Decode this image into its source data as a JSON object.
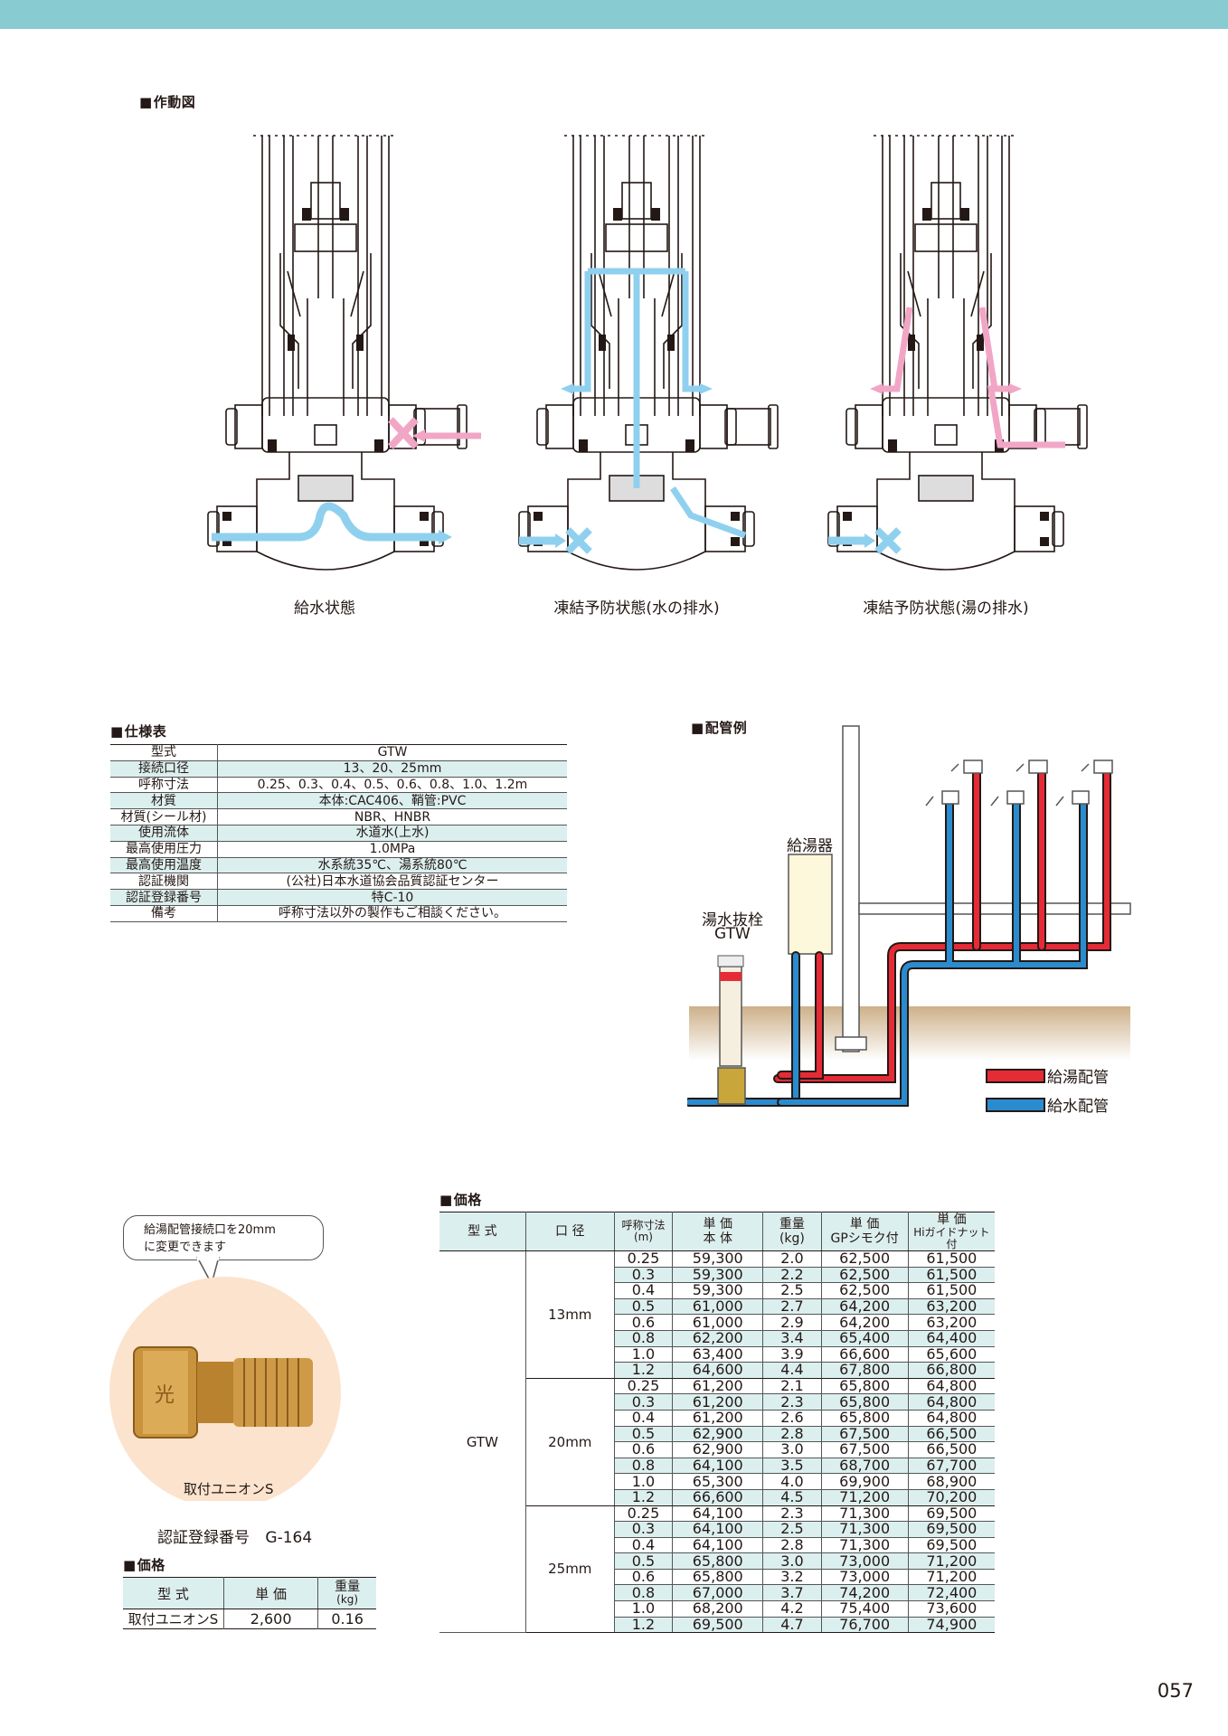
{
  "colors": {
    "top_bar": "#88cbd1",
    "cold": "#2a8cce",
    "hot": "#e52b36",
    "table_shade": "#dcefef",
    "flow_cold": "#8fd0ef",
    "flow_hot": "#f2a6c6"
  },
  "sections": {
    "operation": "作動図",
    "spec": "仕様表",
    "piping": "配管例",
    "price": "価格",
    "price_small": "価格"
  },
  "operation_captions": [
    "給水状態",
    "凍結予防状態(水の排水)",
    "凍結予防状態(湯の排水)"
  ],
  "spec_rows": [
    {
      "k": "型式",
      "v": "GTW"
    },
    {
      "k": "接続口径",
      "v": "13、20、25mm"
    },
    {
      "k": "呼称寸法",
      "v": "0.25、0.3、0.4、0.5、0.6、0.8、1.0、1.2m"
    },
    {
      "k": "材質",
      "v": "本体:CAC406、鞘管:PVC"
    },
    {
      "k": "材質(シール材)",
      "v": "NBR、HNBR"
    },
    {
      "k": "使用流体",
      "v": "水道水(上水)"
    },
    {
      "k": "最高使用圧力",
      "v": "1.0MPa"
    },
    {
      "k": "最高使用温度",
      "v": "水系統35℃、湯系統80℃"
    },
    {
      "k": "認証機関",
      "v": "(公社)日本水道協会品質認証センター"
    },
    {
      "k": "認証登録番号",
      "v": "特C-10"
    },
    {
      "k": "備考",
      "v": "呼称寸法以外の製作もご相談ください。"
    }
  ],
  "piping": {
    "heater": "給湯器",
    "valve_label_1": "湯水抜栓",
    "valve_label_2": "GTW",
    "legend_hot": "給湯配管",
    "legend_cold": "給水配管"
  },
  "price_table": {
    "headers": {
      "model": "型 式",
      "bore": "口 径",
      "size_1": "呼称寸法",
      "size_2": "(m)",
      "body_1": "単 価",
      "body_2": "本 体",
      "weight_1": "重量",
      "weight_2": "(kg)",
      "gp_1": "単 価",
      "gp_2": "GPシモク付",
      "hi_1": "単 価",
      "hi_2": "Hiガイドナット付"
    },
    "model": "GTW",
    "groups": [
      {
        "bore": "13mm",
        "rows": [
          [
            "0.25",
            "59,300",
            "2.0",
            "62,500",
            "61,500"
          ],
          [
            "0.3",
            "59,300",
            "2.2",
            "62,500",
            "61,500"
          ],
          [
            "0.4",
            "59,300",
            "2.5",
            "62,500",
            "61,500"
          ],
          [
            "0.5",
            "61,000",
            "2.7",
            "64,200",
            "63,200"
          ],
          [
            "0.6",
            "61,000",
            "2.9",
            "64,200",
            "63,200"
          ],
          [
            "0.8",
            "62,200",
            "3.4",
            "65,400",
            "64,400"
          ],
          [
            "1.0",
            "63,400",
            "3.9",
            "66,600",
            "65,600"
          ],
          [
            "1.2",
            "64,600",
            "4.4",
            "67,800",
            "66,800"
          ]
        ]
      },
      {
        "bore": "20mm",
        "rows": [
          [
            "0.25",
            "61,200",
            "2.1",
            "65,800",
            "64,800"
          ],
          [
            "0.3",
            "61,200",
            "2.3",
            "65,800",
            "64,800"
          ],
          [
            "0.4",
            "61,200",
            "2.6",
            "65,800",
            "64,800"
          ],
          [
            "0.5",
            "62,900",
            "2.8",
            "67,500",
            "66,500"
          ],
          [
            "0.6",
            "62,900",
            "3.0",
            "67,500",
            "66,500"
          ],
          [
            "0.8",
            "64,100",
            "3.5",
            "68,700",
            "67,700"
          ],
          [
            "1.0",
            "65,300",
            "4.0",
            "69,900",
            "68,900"
          ],
          [
            "1.2",
            "66,600",
            "4.5",
            "71,200",
            "70,200"
          ]
        ]
      },
      {
        "bore": "25mm",
        "rows": [
          [
            "0.25",
            "64,100",
            "2.3",
            "71,300",
            "69,500"
          ],
          [
            "0.3",
            "64,100",
            "2.5",
            "71,300",
            "69,500"
          ],
          [
            "0.4",
            "64,100",
            "2.8",
            "71,300",
            "69,500"
          ],
          [
            "0.5",
            "65,800",
            "3.0",
            "73,000",
            "71,200"
          ],
          [
            "0.6",
            "65,800",
            "3.2",
            "73,000",
            "71,200"
          ],
          [
            "0.8",
            "67,000",
            "3.7",
            "74,200",
            "72,400"
          ],
          [
            "1.0",
            "68,200",
            "4.2",
            "75,400",
            "73,600"
          ],
          [
            "1.2",
            "69,500",
            "4.7",
            "76,700",
            "74,900"
          ]
        ]
      }
    ]
  },
  "union": {
    "bubble_1": "給湯配管接続口を20mm",
    "bubble_2": "に変更できます",
    "caption": "取付ユニオンS",
    "cert_label": "認証登録番号",
    "cert_no": "G-164",
    "part_mark": "光"
  },
  "small_price": {
    "h_model": "型 式",
    "h_price": "単 価",
    "h_weight_1": "重量",
    "h_weight_2": "(kg)",
    "model": "取付ユニオンS",
    "price": "2,600",
    "weight": "0.16"
  },
  "page_number": "057"
}
